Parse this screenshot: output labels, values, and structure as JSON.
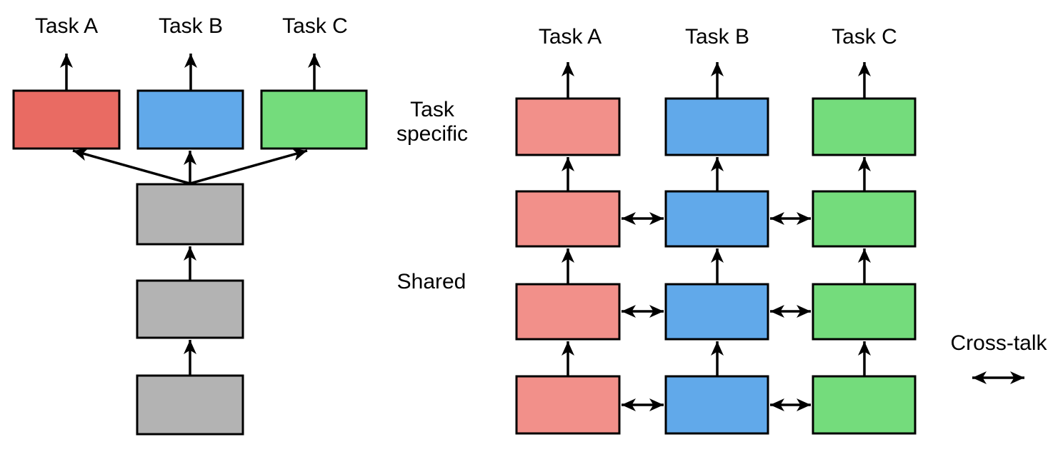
{
  "diagram": {
    "left_panel": {
      "task_labels": [
        "Task A",
        "Task B",
        "Task C"
      ],
      "colors": {
        "task_a": "#E96B63",
        "task_b": "#61A9EA",
        "task_c": "#74DC7C",
        "shared": "#B3B3B3"
      }
    },
    "right_panel": {
      "task_labels": [
        "Task A",
        "Task B",
        "Task C"
      ],
      "colors": {
        "task_a": "#F2908A",
        "task_b": "#61A9EA",
        "task_c": "#74DC7C"
      }
    },
    "annotations": {
      "task_specific_line1": "Task",
      "task_specific_line2": "specific",
      "shared": "Shared",
      "cross_talk": "Cross-talk"
    },
    "line_color": "#000000",
    "text_color": "#000000",
    "background": "#FFFFFF"
  }
}
